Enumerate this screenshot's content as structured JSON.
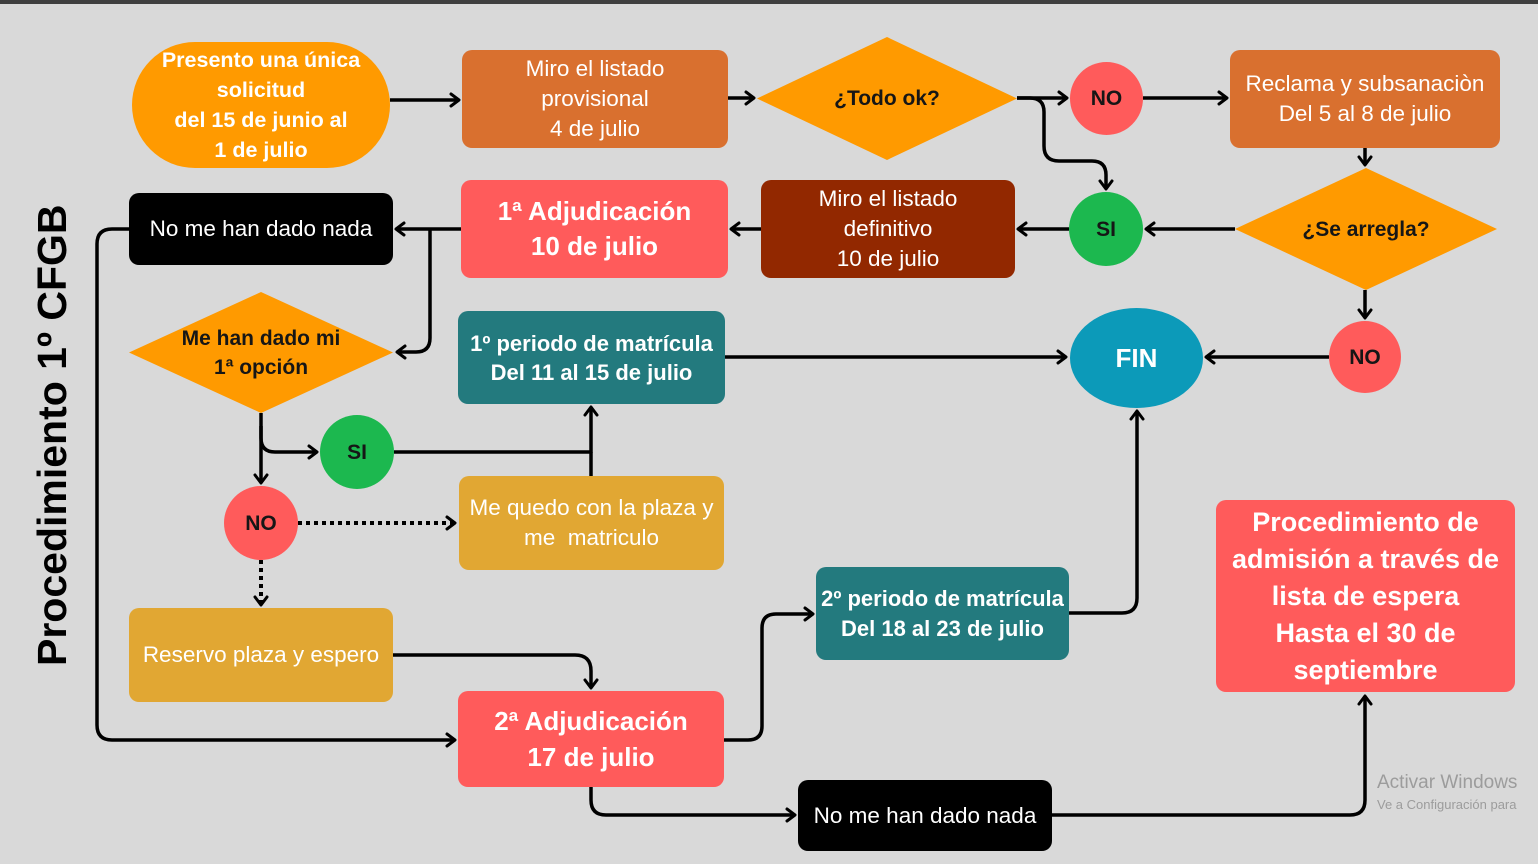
{
  "title": "Procedimiento 1º CFGB",
  "colors": {
    "background": "#d9d9d9",
    "orange": "#ff9a00",
    "burnt_orange": "#d9702f",
    "brown": "#922800",
    "salmon": "#ff5b5b",
    "green": "#1cb84f",
    "teal": "#237a7e",
    "fin_blue": "#0c9ab9",
    "mustard": "#e1a733",
    "black": "#000000",
    "dark_text": "#161616",
    "connector": "#000000",
    "watermark": "#9c9c9c",
    "top_border": "#3f3f3f"
  },
  "nodes": {
    "start": {
      "lines": [
        "Presento una única",
        "solicitud",
        "del 15 de junio al",
        "1 de julio"
      ]
    },
    "provisional_list": {
      "lines": [
        "Miro el listado",
        "provisional",
        "4 de julio"
      ]
    },
    "todo_ok": {
      "lines": [
        "¿Todo ok?"
      ]
    },
    "todo_ok_no": {
      "lines": [
        "NO"
      ]
    },
    "claim": {
      "lines": [
        "Reclama y subsanaciòn",
        "Del 5 al 8 de julio"
      ]
    },
    "se_arregla": {
      "lines": [
        "¿Se arregla?"
      ]
    },
    "se_arregla_si": {
      "lines": [
        "SI"
      ]
    },
    "se_arregla_no": {
      "lines": [
        "NO"
      ]
    },
    "fin": {
      "lines": [
        "FIN"
      ]
    },
    "definitive_list": {
      "lines": [
        "Miro el listado",
        "definitivo",
        "10 de julio"
      ]
    },
    "first_award": {
      "lines": [
        "1ª Adjudicación",
        "10 de julio"
      ]
    },
    "nothing_1": {
      "lines": [
        "No me han dado nada"
      ]
    },
    "first_option": {
      "lines": [
        "Me han dado mi",
        "1ª opción"
      ]
    },
    "first_option_si": {
      "lines": [
        "SI"
      ]
    },
    "first_option_no": {
      "lines": [
        "NO"
      ]
    },
    "first_enrollment": {
      "lines": [
        "1º periodo de matrícula",
        "Del 11 al 15 de julio"
      ]
    },
    "keep_place": {
      "lines": [
        "Me quedo con la plaza y",
        "me  matriculo"
      ]
    },
    "reserve_place": {
      "lines": [
        "Reservo plaza y espero"
      ]
    },
    "second_award": {
      "lines": [
        "2ª Adjudicación",
        "17 de julio"
      ]
    },
    "second_enrollment": {
      "lines": [
        "2º periodo de matrícula",
        "Del 18 al 23 de julio"
      ]
    },
    "nothing_2": {
      "lines": [
        "No me han dado nada"
      ]
    },
    "waiting_list": {
      "lines": [
        "Procedimiento de",
        "admisión a través de",
        "lista de espera",
        "Hasta el 30 de",
        "septiembre"
      ]
    }
  },
  "watermark": {
    "line1": "Activar Windows",
    "line2": "Ve a Configuración para"
  }
}
